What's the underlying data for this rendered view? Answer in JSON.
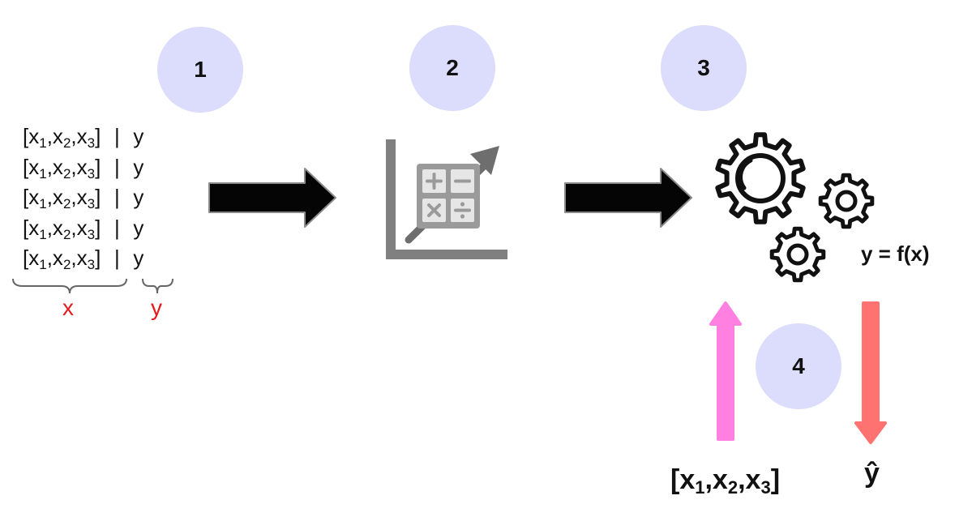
{
  "steps": [
    "1",
    "2",
    "3",
    "4"
  ],
  "colors": {
    "step_circle": "#dcdcfc",
    "block_arrow": "#050505",
    "label_red": "#e41b1b",
    "up_arrow": "#ff80e0",
    "down_arrow": "#ff7272",
    "icon_gray": "#808080"
  },
  "dataset": {
    "rows": [
      {
        "open": "[x",
        "s1": "1",
        "c1": ",x",
        "s2": "2",
        "c2": ",x",
        "s3": "3",
        "close": "]",
        "sep": "|",
        "label": "y"
      },
      {
        "open": "[x",
        "s1": "1",
        "c1": ",x",
        "s2": "2",
        "c2": ",x",
        "s3": "3",
        "close": "]",
        "sep": "|",
        "label": "y"
      },
      {
        "open": "[x",
        "s1": "1",
        "c1": ",x",
        "s2": "2",
        "c2": ",x",
        "s3": "3",
        "close": "]",
        "sep": "|",
        "label": "y"
      },
      {
        "open": "[x",
        "s1": "1",
        "c1": ",x",
        "s2": "2",
        "c2": ",x",
        "s3": "3",
        "close": "]",
        "sep": "|",
        "label": "y"
      },
      {
        "open": "[x",
        "s1": "1",
        "c1": ",x",
        "s2": "2",
        "c2": ",x",
        "s3": "3",
        "close": "]",
        "sep": "|",
        "label": "y"
      }
    ],
    "features_label": "x",
    "target_label": "y"
  },
  "icons": {
    "algorithm": "calculator-chart-icon",
    "model": "gears-icon"
  },
  "model": {
    "formula": "y = f(x)"
  },
  "inference": {
    "input": {
      "open": "[x",
      "s1": "1",
      "c1": ",x",
      "s2": "2",
      "c2": ",x",
      "s3": "3",
      "close": "]"
    },
    "output": "ŷ"
  }
}
